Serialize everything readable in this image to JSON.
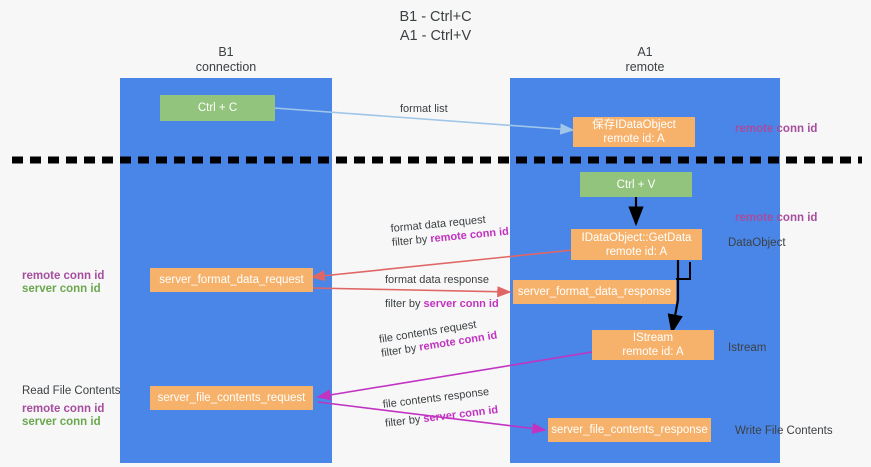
{
  "title": {
    "line1": "B1 - Ctrl+C",
    "line2": "A1 - Ctrl+V"
  },
  "lanes": [
    {
      "id": "b1",
      "name": "B1",
      "sub": "connection",
      "color": "#4a86e8"
    },
    {
      "id": "a1",
      "name": "A1",
      "sub": "remote",
      "color": "#4a86e8"
    }
  ],
  "nodes": [
    {
      "id": "ctrl-c",
      "label": "Ctrl + C",
      "sub": "",
      "color": "#93c47d"
    },
    {
      "id": "idataobject",
      "label": "保存IDataObject",
      "sub": "remote id: A",
      "color": "#f6b26b"
    },
    {
      "id": "ctrl-v",
      "label": "Ctrl + V",
      "sub": "",
      "color": "#93c47d"
    },
    {
      "id": "getdata",
      "label": "IDataObject::GetData",
      "sub": "remote id: A",
      "color": "#f6b26b"
    },
    {
      "id": "server-format-data-request",
      "label": "server_format_data_request",
      "sub": "",
      "color": "#f6b26b"
    },
    {
      "id": "server-format-data-response",
      "label": "server_format_data_response",
      "sub": "",
      "color": "#f6b26b"
    },
    {
      "id": "istream",
      "label": "IStream",
      "sub": "remote id: A",
      "color": "#f6b26b"
    },
    {
      "id": "server-file-contents-request",
      "label": "server_file_contents_request",
      "sub": "",
      "color": "#f6b26b"
    },
    {
      "id": "server-file-contents-response",
      "label": "server_file_contents_response",
      "sub": "",
      "color": "#f6b26b"
    }
  ],
  "edges": [
    {
      "id": "format-list",
      "line1": "format list",
      "line2": "",
      "line2_hi": "",
      "color": "#9fc5e8"
    },
    {
      "id": "format-data-request",
      "line1": "format data request",
      "line2_prefix": "filter by ",
      "line2_hi": "remote conn id",
      "color": "#e06666"
    },
    {
      "id": "format-data-response",
      "line1": "format data response",
      "line2_prefix": "filter by ",
      "line2_hi": "server conn id",
      "color": "#e06666"
    },
    {
      "id": "file-contents-request",
      "line1": "file contents request",
      "line2_prefix": "filter by ",
      "line2_hi": "remote conn id",
      "color": "#c233c2"
    },
    {
      "id": "file-contents-response",
      "line1": "file contents response",
      "line2_prefix": "filter by ",
      "line2_hi": "server conn id",
      "color": "#c233c2"
    }
  ],
  "annotations": {
    "right_top_remote_conn_id": "remote conn id",
    "right_mid_remote_conn_id": "remote conn id",
    "right_dataobject": "DataObject",
    "right_istream": "Istream",
    "right_write_file_contents": "Write File Contents",
    "left_remote_conn_id_1": "remote conn id",
    "left_server_conn_id_1": "server conn id",
    "left_read_file_contents": "Read File Contents",
    "left_remote_conn_id_2": "remote conn id",
    "left_server_conn_id_2": "server conn id"
  },
  "colors": {
    "lane": "#4a86e8",
    "green_node": "#93c47d",
    "orange_node": "#f6b26b",
    "purple_text": "#a64d9e",
    "green_text": "#6aa84f",
    "magenta_text": "#c233c2",
    "red_arrow": "#e06666",
    "blue_arrow": "#9fc5e8",
    "magenta_arrow": "#c233c2",
    "background": "#f7f7f7"
  }
}
